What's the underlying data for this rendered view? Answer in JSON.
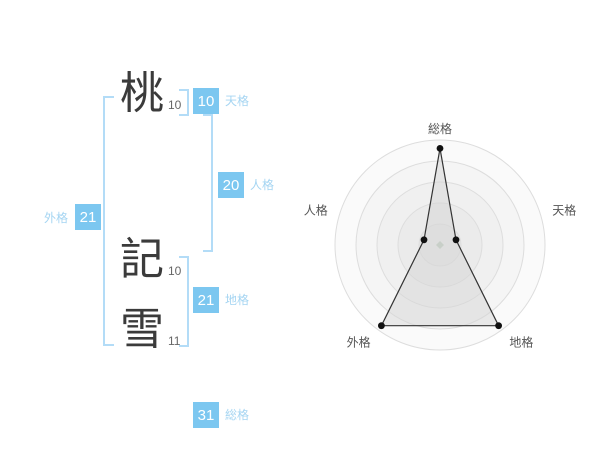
{
  "page": {
    "background": "#ffffff"
  },
  "name_panel": {
    "characters": [
      {
        "glyph": "桃",
        "strokes": "10"
      },
      {
        "glyph": "記",
        "strokes": "10"
      },
      {
        "glyph": "雪",
        "strokes": "11"
      }
    ],
    "kaku": {
      "tenkaku": {
        "label": "天格",
        "value": "10"
      },
      "jinkaku": {
        "label": "人格",
        "value": "20"
      },
      "chikaku": {
        "label": "地格",
        "value": "21"
      },
      "gaikaku": {
        "label": "外格",
        "value": "21"
      },
      "soukaku": {
        "label": "総格",
        "value": "31"
      }
    },
    "colors": {
      "badge_background": "#7cc7f0",
      "badge_text": "#ffffff",
      "label_text": "#a5d5f2",
      "bracket": "#b3dcf7"
    }
  },
  "chart_data": {
    "type": "radar",
    "title": "",
    "categories": [
      "総格",
      "天格",
      "地格",
      "外格",
      "人格"
    ],
    "values": [
      92,
      16,
      95,
      95,
      16
    ],
    "max": 100,
    "rings": 5,
    "grid": "concentric-circles",
    "legend_position": "none",
    "center_marker": "diamond",
    "colors": {
      "ring_stroke": "#dddddd",
      "ring_fill": "rgba(0,0,0,0.018)",
      "polygon_fill": "rgba(213,213,213,0.5)",
      "polygon_stroke": "#333333",
      "point": "#111111",
      "label": "#555555",
      "center_marker": "#c8cfc8"
    }
  }
}
